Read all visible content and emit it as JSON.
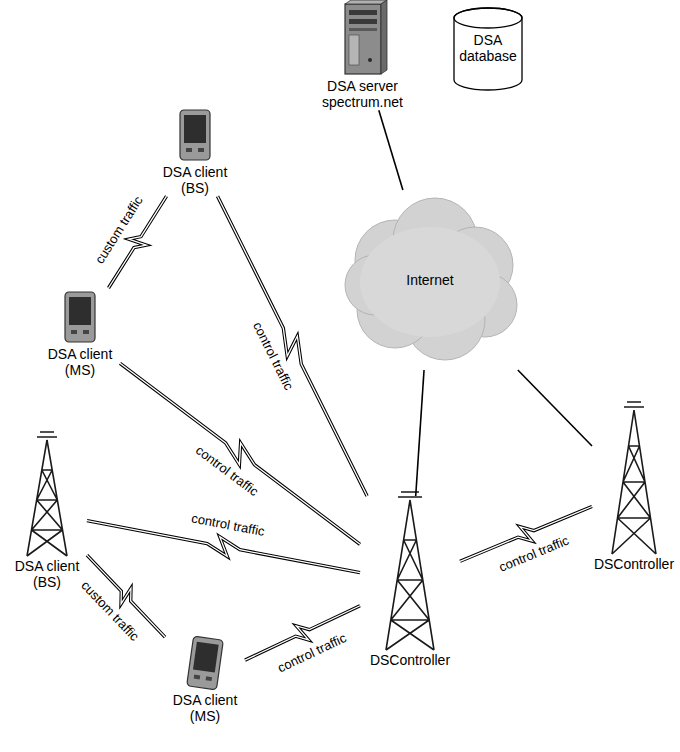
{
  "diagram": {
    "nodes": [
      {
        "text": [
          "DSA server spectrum.net"
        ]
      },
      {
        "text": [
          "DSA database"
        ]
      },
      {
        "text": [
          "DSA client (BS)"
        ]
      },
      {
        "text": [
          "Internet"
        ]
      },
      {
        "text": [
          "DSA client (MS)"
        ]
      },
      {
        "text": [
          "DSController"
        ]
      },
      {
        "text": [
          "DSA client (BS)"
        ]
      },
      {
        "text": [
          "DSController"
        ]
      },
      {
        "text": [
          "DSA client (MS)"
        ]
      }
    ],
    "edges": [
      {
        "from": 0,
        "to": 3,
        "arrow": "none"
      },
      {
        "from": 3,
        "to": 7,
        "arrow": "none"
      },
      {
        "from": 3,
        "to": 5,
        "arrow": "none"
      },
      {
        "from": 2,
        "to": 4,
        "label": "custom traffic",
        "arrow": "none"
      },
      {
        "from": 2,
        "to": 7,
        "label": "control traffic",
        "arrow": "none"
      },
      {
        "from": 4,
        "to": 7,
        "label": "control traffic",
        "arrow": "none"
      },
      {
        "from": 6,
        "to": 7,
        "label": "control traffic",
        "arrow": "none"
      },
      {
        "from": 6,
        "to": 8,
        "label": "custom traffic",
        "arrow": "none"
      },
      {
        "from": 8,
        "to": 7,
        "label": "control traffic",
        "arrow": "none"
      },
      {
        "from": 7,
        "to": 5,
        "label": "control traffic",
        "arrow": "none"
      }
    ]
  }
}
